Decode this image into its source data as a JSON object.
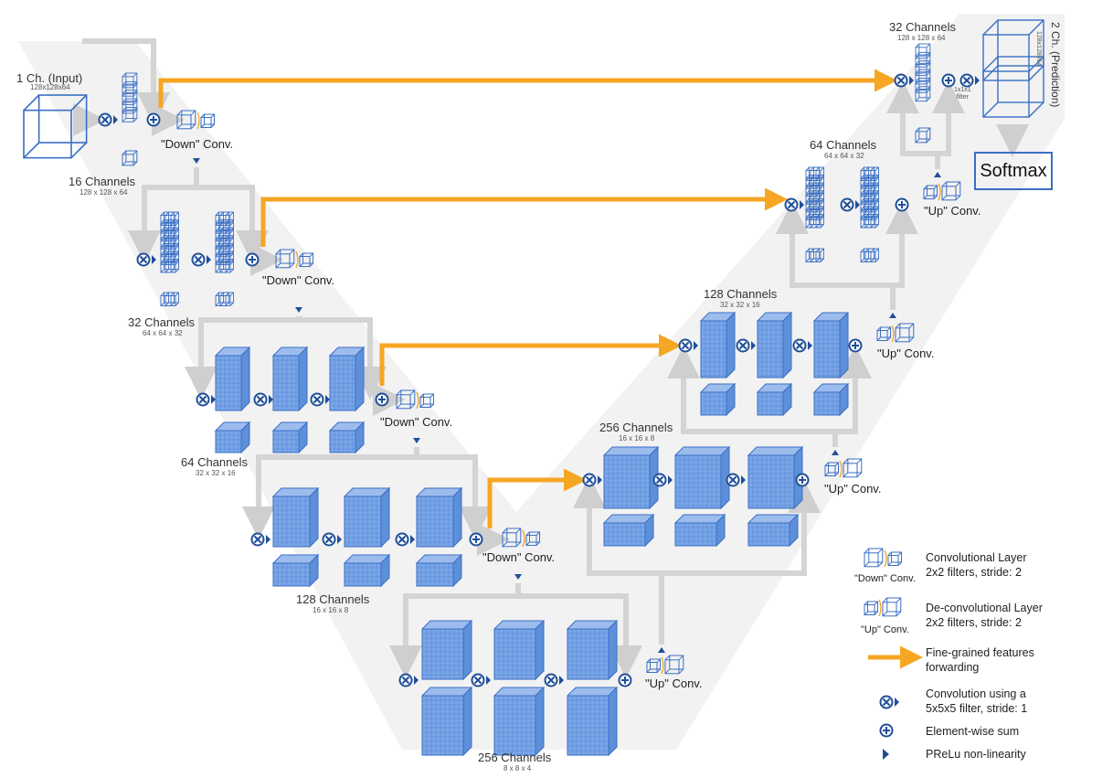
{
  "colors": {
    "cube": "#3a6fc4",
    "cube_fill": "#7aa6e8",
    "skip_arrow": "#f5a623",
    "gray_arrow": "#d4d4d4",
    "background_v": "#f2f2f2",
    "operator": "#1f4f99"
  },
  "input": {
    "label": "1 Ch. (Input)",
    "dims": "128x128x64"
  },
  "output": {
    "label": "2 Ch. (Prediction)",
    "dims": "128x128x64",
    "filter": "1x1x1\nfilter",
    "softmax": "Softmax"
  },
  "encoder": [
    {
      "channels": "16 Channels",
      "dims": "128 x 128 x 64",
      "down": "\"Down\" Conv."
    },
    {
      "channels": "32 Channels",
      "dims": "64 x 64 x 32",
      "down": "\"Down\" Conv."
    },
    {
      "channels": "64 Channels",
      "dims": "32 x 32 x 16",
      "down": "\"Down\" Conv."
    },
    {
      "channels": "128 Channels",
      "dims": "16 x 16 x 8",
      "down": "\"Down\" Conv."
    }
  ],
  "bottleneck": {
    "channels": "256 Channels",
    "dims": "8 x 8 x 4",
    "up": "\"Up\" Conv."
  },
  "decoder": [
    {
      "channels": "256 Channels",
      "dims": "16 x 16 x 8",
      "up": "\"Up\" Conv."
    },
    {
      "channels": "128 Channels",
      "dims": "32 x 32 x 16",
      "up": "\"Up\" Conv."
    },
    {
      "channels": "64 Channels",
      "dims": "64 x 64 x 32",
      "up": "\"Up\" Conv."
    },
    {
      "channels": "32 Channels",
      "dims": "128 x 128 x 64"
    }
  ],
  "legend": {
    "down_caption": "\"Down\" Conv.",
    "down_title": "Convolutional Layer",
    "down_detail": "2x2 filters, stride: 2",
    "up_caption": "\"Up\" Conv.",
    "up_title": "De-convolutional Layer",
    "up_detail": "2x2 filters, stride: 2",
    "skip_title": "Fine-grained features",
    "skip_detail": "forwarding",
    "conv_title": "Convolution using a",
    "conv_detail": "5x5x5 filter, stride: 1",
    "sum_title": "Element-wise sum",
    "prelu_title": "PReLu non-linearity"
  }
}
